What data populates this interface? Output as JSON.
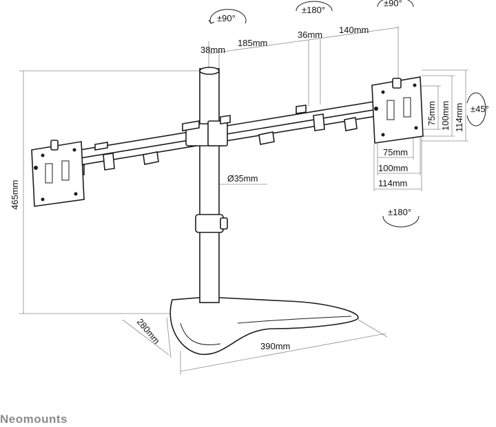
{
  "brand": {
    "name": "Neomounts",
    "color": "#8a8a8a"
  },
  "dimensions": {
    "arm_left_offset": "38mm",
    "arm_segment": "185mm",
    "arm_joint": "36mm",
    "arm_end": "140mm",
    "pole_diameter": "Ø35mm",
    "height": "465mm",
    "base_depth": "280mm",
    "base_width": "390mm",
    "vesa_75_h": "75mm",
    "vesa_100_h": "100mm",
    "vesa_114_h": "114mm",
    "vesa_75_w": "75mm",
    "vesa_100_w": "100mm",
    "vesa_114_w": "114mm"
  },
  "rotations": {
    "pole_swivel": "±90°",
    "arm_swivel": "±180°",
    "head_swivel": "±90°",
    "tilt": "±45°",
    "rotate": "±180°"
  },
  "icons": [
    "rotation-arrow-icon"
  ]
}
